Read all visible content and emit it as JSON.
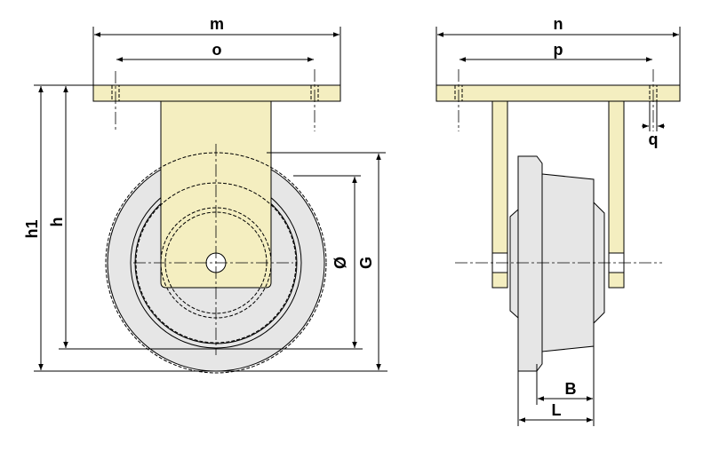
{
  "colors": {
    "bracket_fill": "#F4EEC0",
    "wheel_fill": "#E6E6E6",
    "outline": "#000000"
  },
  "labels": {
    "m": "m",
    "o": "o",
    "h1": "h1",
    "h": "h",
    "diameter": "Ø",
    "G": "G",
    "n": "n",
    "p": "p",
    "q": "q",
    "B": "B",
    "L": "L"
  }
}
